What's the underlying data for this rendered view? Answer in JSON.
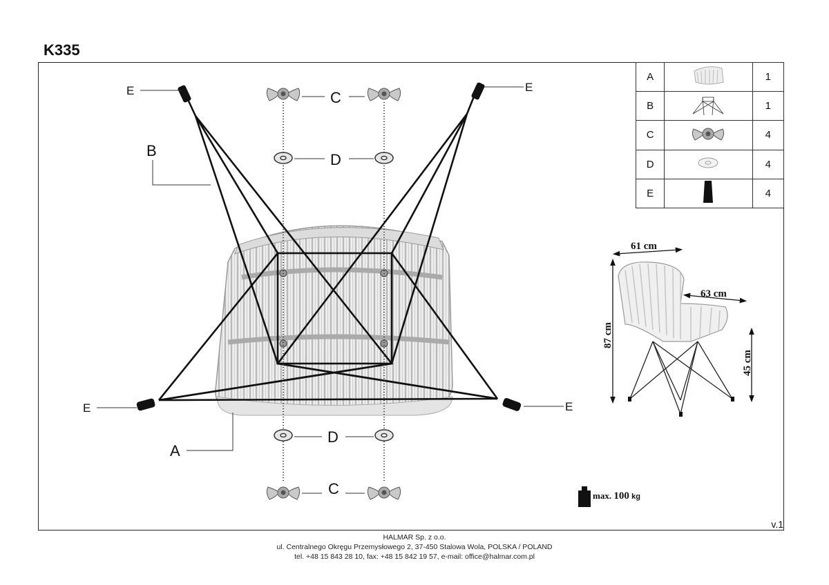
{
  "title": "K335",
  "version": "v.1",
  "labels": {
    "A": "A",
    "B": "B",
    "C": "C",
    "D": "D",
    "E": "E"
  },
  "parts_table": [
    {
      "letter": "A",
      "icon": "rattan-seat-icon",
      "qty": "1"
    },
    {
      "letter": "B",
      "icon": "wire-frame-icon",
      "qty": "1"
    },
    {
      "letter": "C",
      "icon": "wing-nut-icon",
      "qty": "4"
    },
    {
      "letter": "D",
      "icon": "washer-icon",
      "qty": "4"
    },
    {
      "letter": "E",
      "icon": "foot-cap-icon",
      "qty": "4"
    }
  ],
  "dimensions": {
    "width": "61 cm",
    "depth": "63 cm",
    "height": "87 cm",
    "seat_height": "45 cm"
  },
  "max_load": {
    "prefix": "max.",
    "value": "100",
    "unit": "kg"
  },
  "footer": {
    "company": "HALMAR Sp. z o.o.",
    "address": "ul. Centralnego Okręgu Przemysłowego 2, 37-450 Stalowa Wola, POLSKA / POLAND",
    "contact": "tel. +48 15 843 28 10, fax: +48 15 842 19 57, e-mail: office@halmar.com.pl"
  }
}
